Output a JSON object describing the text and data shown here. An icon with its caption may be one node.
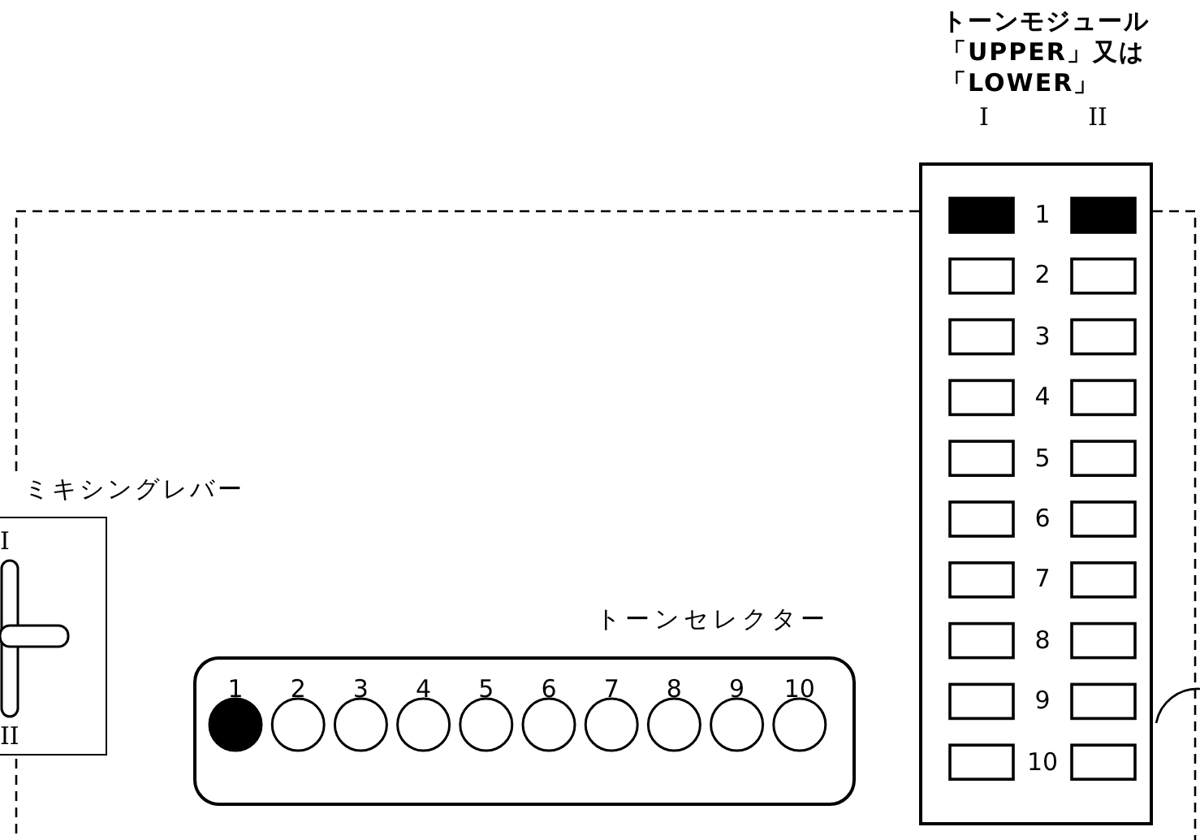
{
  "diagram": {
    "nodes": [
      {
        "text": [
          "トーンモジュール「UPPER」又は「LOWER」"
        ]
      },
      {
        "text": [
          "ミキシングレバー"
        ]
      },
      {
        "text": [
          "トーンセレクター"
        ]
      }
    ],
    "edges": [
      {
        "from": 0,
        "to": 1,
        "arrow": "none",
        "style": "dashed"
      },
      {
        "from": 0,
        "to": null,
        "arrow": "none",
        "style": "dashed"
      }
    ],
    "labels": [
      "I",
      "II",
      "1",
      "2",
      "3",
      "4",
      "5",
      "6",
      "7",
      "8",
      "9",
      "10",
      "I",
      "II",
      "1",
      "2",
      "3",
      "4",
      "5",
      "6",
      "7",
      "8",
      "9",
      "10"
    ]
  }
}
